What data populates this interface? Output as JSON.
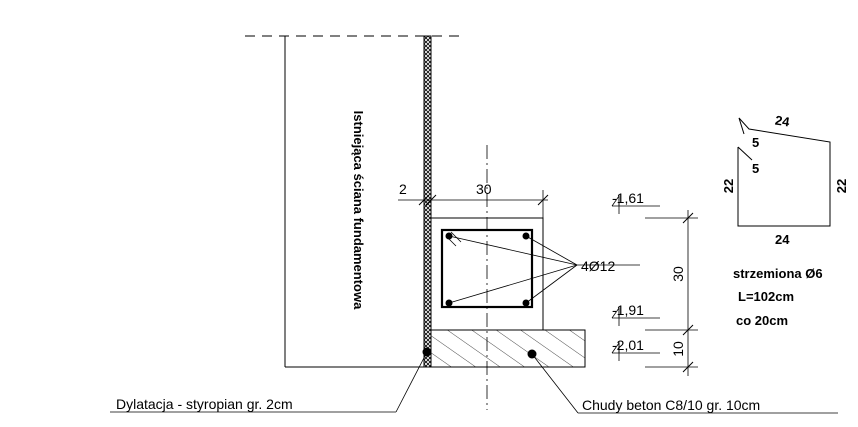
{
  "wall_label": "Istniejąca ściana fundamentowa",
  "dim_wall_gap": "2",
  "dim_beam_width": "30",
  "dim_beam_height": "30",
  "dim_concrete_height": "10",
  "level_top": "-1,61",
  "level_mid": "-1,91",
  "level_bottom": "-2,01",
  "rebar_label": "4Ø12",
  "left_callout": "Dylatacja - styropian gr. 2cm",
  "right_callout": "Chudy beton C8/10 gr. 10cm",
  "stirrup": {
    "top": "24",
    "hook_a": "5",
    "hook_b": "5",
    "left": "22",
    "right": "22",
    "bottom": "24",
    "line1": "strzemiona Ø6",
    "line2": "L=102cm",
    "line3": "co 20cm"
  }
}
